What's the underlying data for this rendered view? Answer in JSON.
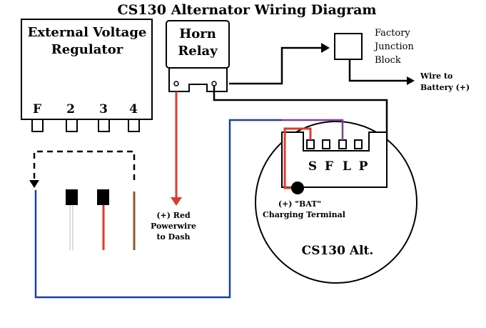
{
  "title": "CS130 Alternator Wiring Diagram",
  "regulator": {
    "line1": "External Voltage",
    "line2": "Regulator",
    "terminals": [
      "F",
      "2",
      "3",
      "4"
    ]
  },
  "horn_relay": {
    "line1": "Horn",
    "line2": "Relay"
  },
  "junction_block": {
    "line1": "Factory",
    "line2": "Junction",
    "line3": "Block"
  },
  "battery_wire": {
    "line1": "Wire to",
    "line2": "Battery (+)"
  },
  "powerwire": {
    "line1": "(+) Red",
    "line2": "Powerwire",
    "line3": "to Dash"
  },
  "alternator": {
    "terminals": [
      "S",
      "F",
      "L",
      "P"
    ],
    "bat_line1": "(+) \"BAT\"",
    "bat_line2": "Charging Terminal",
    "label": "CS130 Alt."
  },
  "colors": {
    "red_wire": "#e03a2e",
    "blue_wire": "#1c3fa8",
    "purple_wire": "#7a3fa0",
    "brown_wire": "#8b5a2b",
    "outline": "#000000"
  }
}
